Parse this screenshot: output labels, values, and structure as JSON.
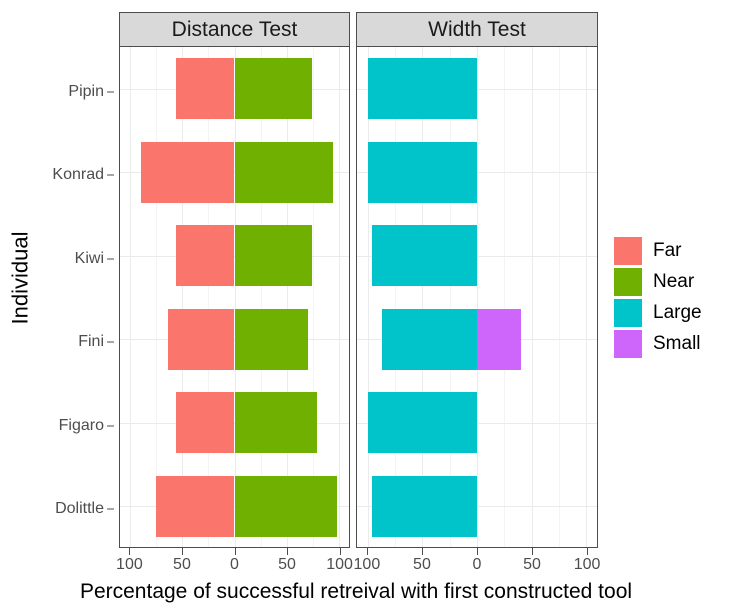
{
  "chart_data": {
    "type": "bar",
    "title": "",
    "xlabel": "Percentage of successful retreival with first constructed tool",
    "ylabel": "Individual",
    "orientation": "horizontal",
    "layout": "diverging stacked bars, faceted into two panels",
    "grid": true,
    "legend_position": "right",
    "xlim": [
      -100,
      100
    ],
    "xticks": [
      100,
      50,
      0,
      50,
      100
    ],
    "xtick_labels": [
      "100",
      "50",
      "0",
      "50",
      "100"
    ],
    "categories": [
      "Pipin",
      "Konrad",
      "Kiwi",
      "Fini",
      "Figaro",
      "Dolittle"
    ],
    "panels": [
      {
        "name": "Distance Test",
        "left_series": "Far",
        "right_series": "Near",
        "series": [
          {
            "name": "Far",
            "direction": "left",
            "color": "#FA766D",
            "values": [
              56,
              90,
              56,
              64,
              56,
              75
            ]
          },
          {
            "name": "Near",
            "direction": "right",
            "color": "#6FB000",
            "values": [
              74,
              95,
              74,
              71,
              79,
              98
            ]
          }
        ]
      },
      {
        "name": "Width Test",
        "left_series": "Large",
        "right_series": "Small",
        "series": [
          {
            "name": "Large",
            "direction": "left",
            "color": "#00C4C9",
            "values": [
              100,
              100,
              96,
              87,
              100,
              96
            ]
          },
          {
            "name": "Small",
            "direction": "right",
            "color": "#CF66FB",
            "values": [
              0,
              0,
              0,
              40,
              0,
              0
            ]
          }
        ]
      }
    ],
    "legend": [
      {
        "label": "Far",
        "color": "#FA766D"
      },
      {
        "label": "Near",
        "color": "#6FB000"
      },
      {
        "label": "Large",
        "color": "#00C4C9"
      },
      {
        "label": "Small",
        "color": "#CF66FB"
      }
    ]
  }
}
